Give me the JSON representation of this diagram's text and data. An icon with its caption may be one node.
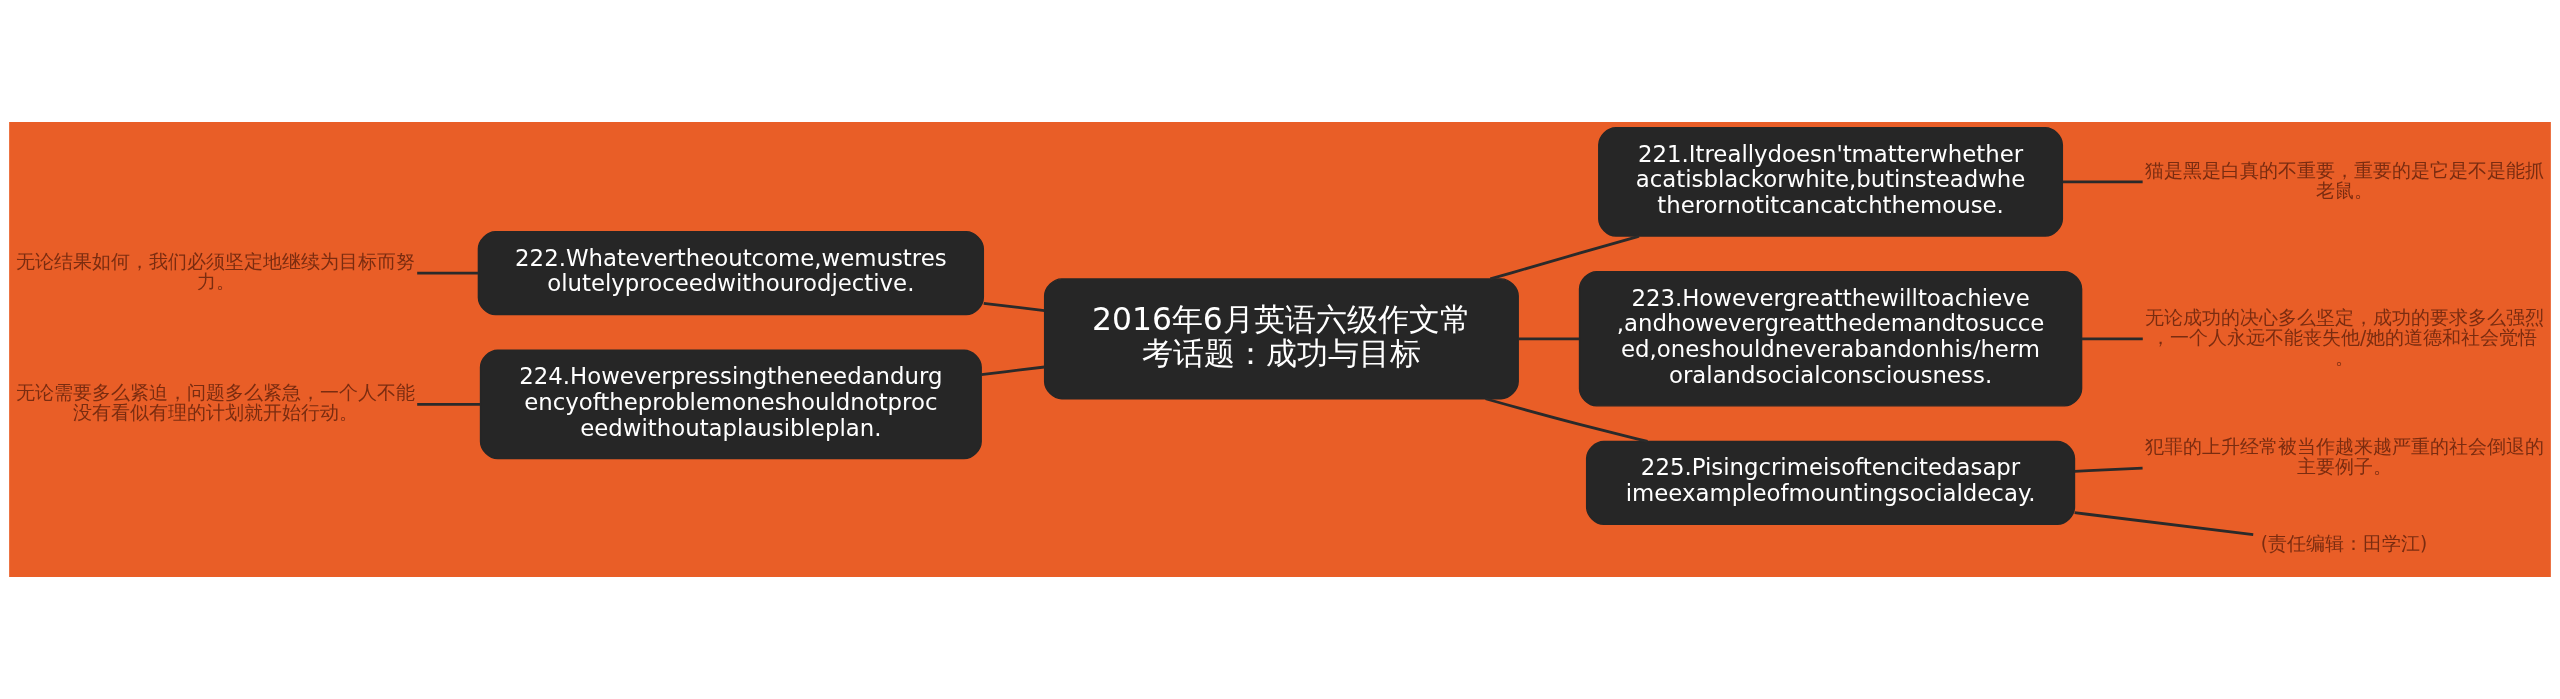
{
  "diagram": {
    "nodes": [
      {
        "text": [
          "2016年6月英语六级作文常考话题：成功与目标"
        ]
      },
      {
        "text": [
          "221.Itreallydoesn'tmatterwhetheracatisblackorwhite,butinsteadwhetherornotitcancatchthemouse."
        ]
      },
      {
        "text": [
          "猫是黑是白真的不重要，重要的是它是不是能抓老鼠。"
        ]
      },
      {
        "text": [
          "222.Whatevertheoutcome,wemustresolutelyproceedwithourodjective."
        ]
      },
      {
        "text": [
          "无论结果如何，我们必须坚定地继续为目标而努力。"
        ]
      },
      {
        "text": [
          "223.Howevergreatthewilltoachieve,andhowevergreatthedemandtosucceed,oneshouldneverabandonhis/hermoralandsocialconsciousness."
        ]
      },
      {
        "text": [
          "无论成功的决心多么坚定，成功的要求多么强烈，一个人永远不能丧失他/她的道德和社会觉悟。"
        ]
      },
      {
        "text": [
          "224.Howeverpressingtheneedandurgencyoftheproblemoneshouldnotproceedwithoutaplausibleplan."
        ]
      },
      {
        "text": [
          "无论需要多么紧迫，问题多么紧急，一个人不能没有看似有理的计划就开始行动。"
        ]
      },
      {
        "text": [
          "225.Pisingcrimeisoftencitedasaprimeexampleofmountingsocialdecay."
        ]
      },
      {
        "text": [
          "犯罪的上升经常被当作越来越严重的社会倒退的主要例子。"
        ]
      },
      {
        "text": [
          "(责任编辑：田学江)"
        ]
      }
    ],
    "edges": [
      {
        "from": 0,
        "to": 1,
        "arrow": "none"
      },
      {
        "from": 1,
        "to": 2,
        "arrow": "none"
      },
      {
        "from": 0,
        "to": 3,
        "arrow": "none"
      },
      {
        "from": 3,
        "to": 4,
        "arrow": "none"
      },
      {
        "from": 0,
        "to": 5,
        "arrow": "none"
      },
      {
        "from": 5,
        "to": 6,
        "arrow": "none"
      },
      {
        "from": 0,
        "to": 7,
        "arrow": "none"
      },
      {
        "from": 7,
        "to": 8,
        "arrow": "none"
      },
      {
        "from": 0,
        "to": 9,
        "arrow": "none"
      },
      {
        "from": 9,
        "to": 10,
        "arrow": "none"
      },
      {
        "from": 9,
        "to": 11,
        "arrow": "none"
      }
    ]
  }
}
